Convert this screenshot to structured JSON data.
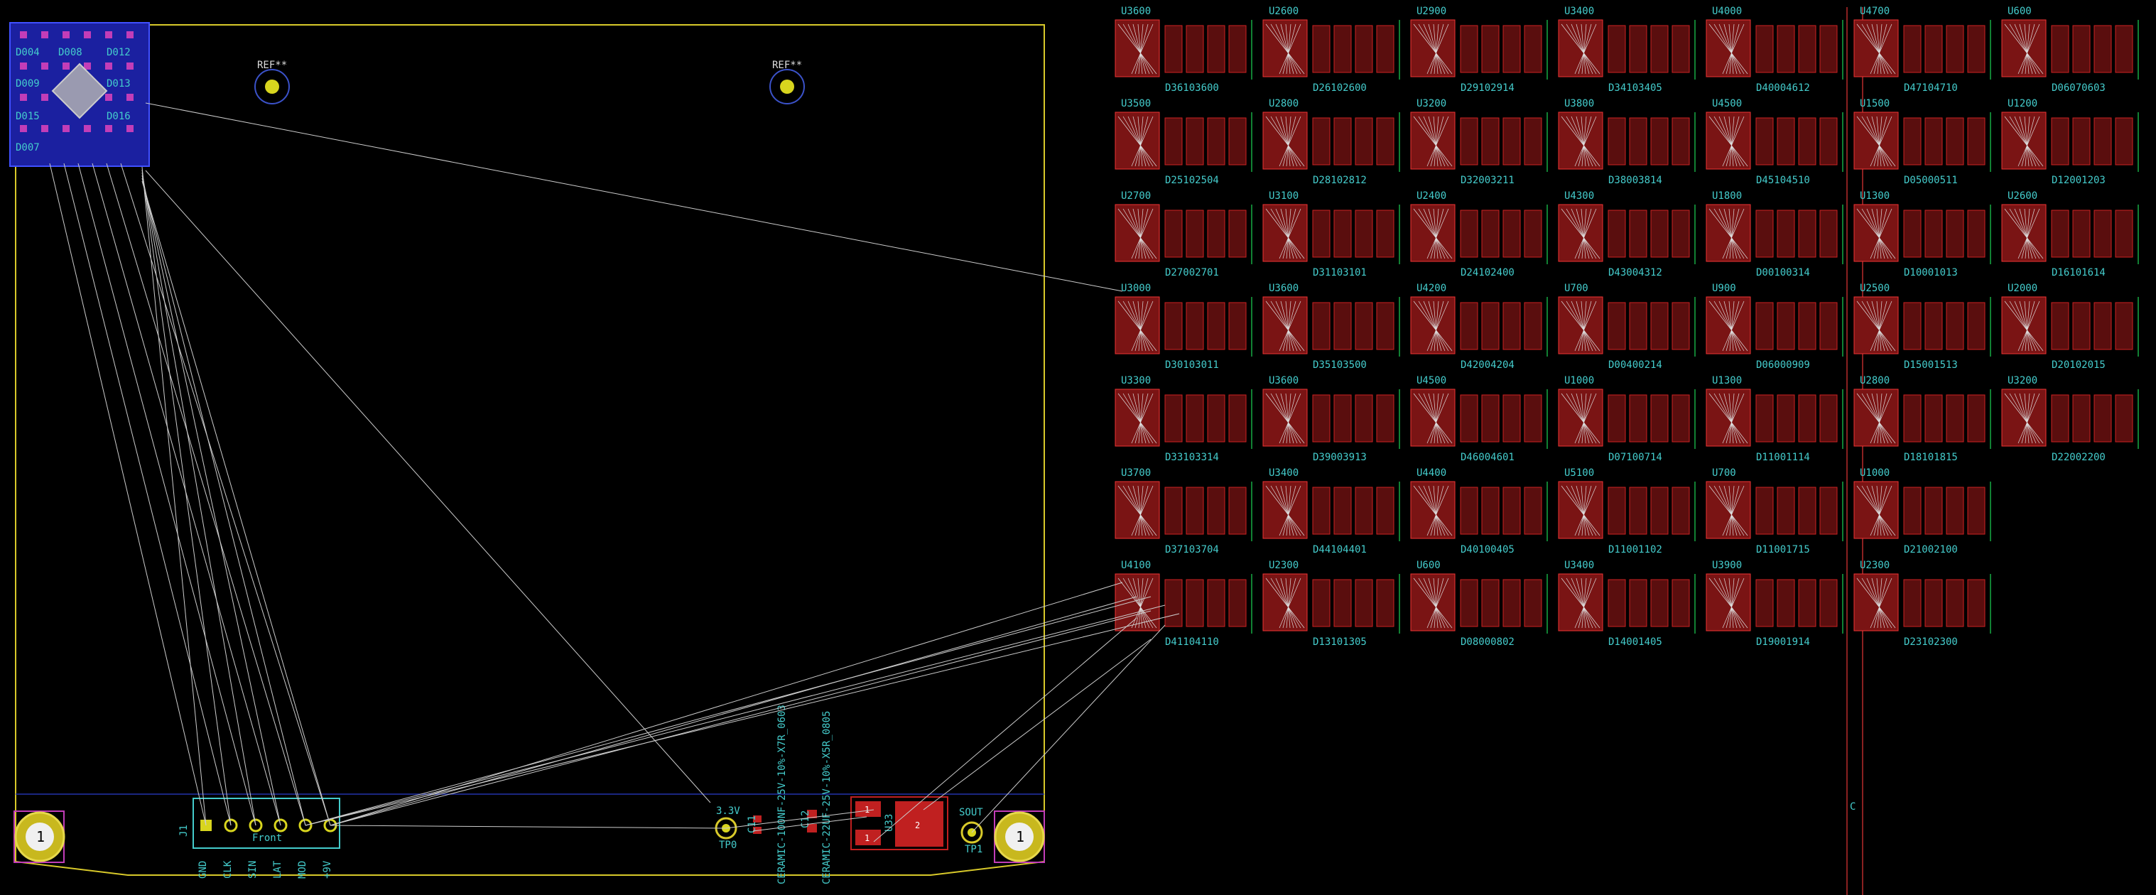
{
  "board": {
    "mount_refs": [
      "REF**",
      "REF**"
    ],
    "mount_hole_label": "1",
    "connector": {
      "ref": "J1",
      "silk": "Front",
      "pins": [
        "GND",
        "CLK",
        "SIN",
        "LAT",
        "MOD",
        "+9V"
      ]
    },
    "test_points": [
      {
        "name": "3.3V",
        "ref": "TP0"
      },
      {
        "name": "SOUT",
        "ref": "TP1"
      }
    ],
    "regulator": {
      "ref": "U33",
      "pads": [
        "1",
        "1",
        "2"
      ]
    },
    "caps": [
      {
        "ref": "C11",
        "value": "CERAMIC-100NF-25V-10%-X7R_0603"
      },
      {
        "ref": "C12",
        "value": "CERAMIC-22UF-25V-10%-X5R_0805"
      }
    ],
    "block_labels": [
      "D004",
      "D008",
      "D012",
      "D013",
      "D009",
      "D016",
      "D015",
      "D007"
    ],
    "rail_label": "C",
    "matrix_columns": [
      [
        "U3600",
        "U3500",
        "U2700",
        "U3000",
        "U3300",
        "U3700",
        "U4100"
      ],
      [
        "U2600",
        "U2800",
        "U3100",
        "U3600",
        "U3600",
        "U3400",
        "U2300"
      ],
      [
        "U2900",
        "U3200",
        "U2400",
        "U4200",
        "U4500",
        "U4400",
        "U600"
      ],
      [
        "U3400",
        "U3800",
        "U4300",
        "U700",
        "U1000",
        "U5100",
        "U3400"
      ],
      [
        "U4000",
        "U4500",
        "U1800",
        "U900",
        "U1300",
        "U700",
        "U3900"
      ],
      [
        "U4700",
        "U1500",
        "U1300",
        "U2500",
        "U2800",
        "U1000",
        "U2300"
      ],
      [
        "U600",
        "U1200",
        "U2600",
        "U2000",
        "U3200",
        "",
        ""
      ]
    ],
    "matrix_bottom_labels": [
      [
        "D36103600",
        "D25102504",
        "D27002701",
        "D30103011",
        "D33103314",
        "D37103704",
        "D41104110"
      ],
      [
        "D26102600",
        "D28102812",
        "D31103101",
        "D35103500",
        "D39003913",
        "D44104401",
        "D13101305"
      ],
      [
        "D29102914",
        "D32003211",
        "D24102400",
        "D42004204",
        "D46004601",
        "D40100405",
        "D08000802"
      ],
      [
        "D34103405",
        "D38003814",
        "D43004312",
        "D00400214",
        "D07100714",
        "D11001102",
        "D14001405"
      ],
      [
        "D40004612",
        "D45104510",
        "D00100314",
        "D06000909",
        "D11001114",
        "D11001715",
        "D19001914"
      ],
      [
        "D47104710",
        "D05000511",
        "D10001013",
        "D15001513",
        "D18101815",
        "D21002100",
        "D23102300"
      ],
      [
        "D06070603",
        "D12001203",
        "D16101614",
        "D20102015",
        "D22002200",
        "",
        ""
      ]
    ]
  }
}
